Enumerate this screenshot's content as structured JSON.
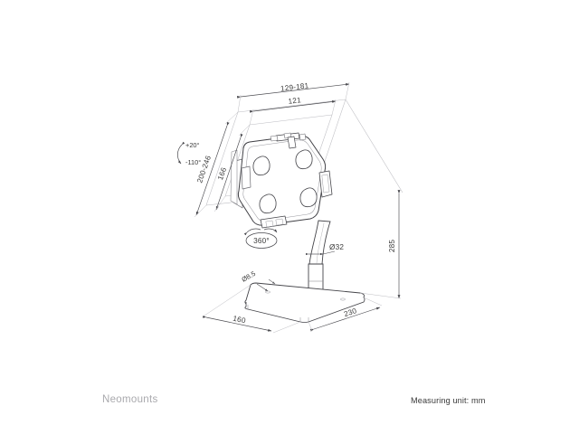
{
  "document": {
    "type": "technical-dimension-drawing",
    "subject": "tablet desk stand"
  },
  "footer": {
    "brand": "Neomounts",
    "units_note": "Measuring unit: mm"
  },
  "dimensions": {
    "width_range": "129-181",
    "inner_width": "121",
    "height_range": "200-246",
    "inner_height": "166",
    "total_height": "285",
    "base_depth": "160",
    "base_width": "230",
    "column_diameter": "Ø32",
    "hole_diameter": "Ø8.5"
  },
  "annotations": {
    "tilt_up": "+20°",
    "tilt_down": "-110°",
    "rotation": "360°"
  },
  "colors": {
    "line": "#404040",
    "line_light": "#8d8d92",
    "dimension": "#5a5a5f",
    "text": "#3a3a3a",
    "brand_text": "#a9a9ad",
    "background": "#ffffff"
  }
}
